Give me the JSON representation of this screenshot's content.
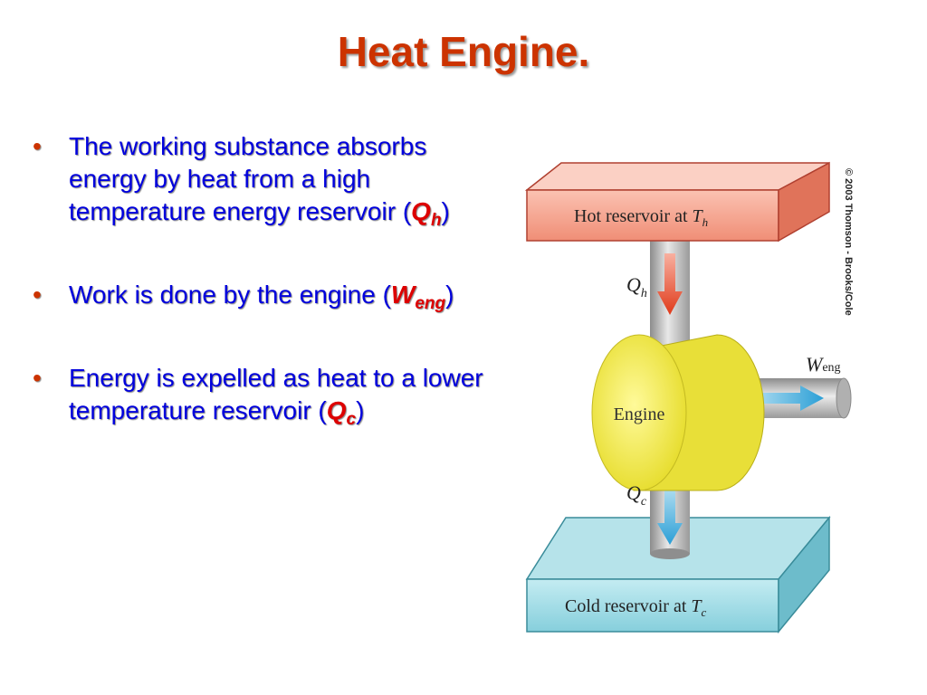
{
  "title": "Heat Engine.",
  "bullets": [
    {
      "text": "The working substance absorbs energy by heat from a high temperature energy reservoir (",
      "symbol": "Q",
      "subscript": "h",
      "suffix": ")"
    },
    {
      "text": "Work is done by the engine (",
      "symbol": "W",
      "subscript": "eng",
      "suffix": ")"
    },
    {
      "text": "Energy is expelled as heat to a lower temperature reservoir (",
      "symbol": "Q",
      "subscript": "c",
      "suffix": ")"
    }
  ],
  "diagram": {
    "hot_label": "Hot reservoir at ",
    "hot_temp_symbol": "T",
    "hot_temp_sub": "h",
    "cold_label": "Cold reservoir at ",
    "cold_temp_symbol": "T",
    "cold_temp_sub": "c",
    "engine_label": "Engine",
    "qh_symbol": "Q",
    "qh_sub": "h",
    "qc_symbol": "Q",
    "qc_sub": "c",
    "w_symbol": "W",
    "w_sub": "eng",
    "copyright": "© 2003 Thomson - Brooks/Cole",
    "colors": {
      "hot_reservoir": "#f6a08c",
      "cold_reservoir": "#9fd6e0",
      "engine": "#f2ee4a",
      "arrow_hot": "#e04020",
      "arrow_cold": "#3aa8d8"
    }
  }
}
